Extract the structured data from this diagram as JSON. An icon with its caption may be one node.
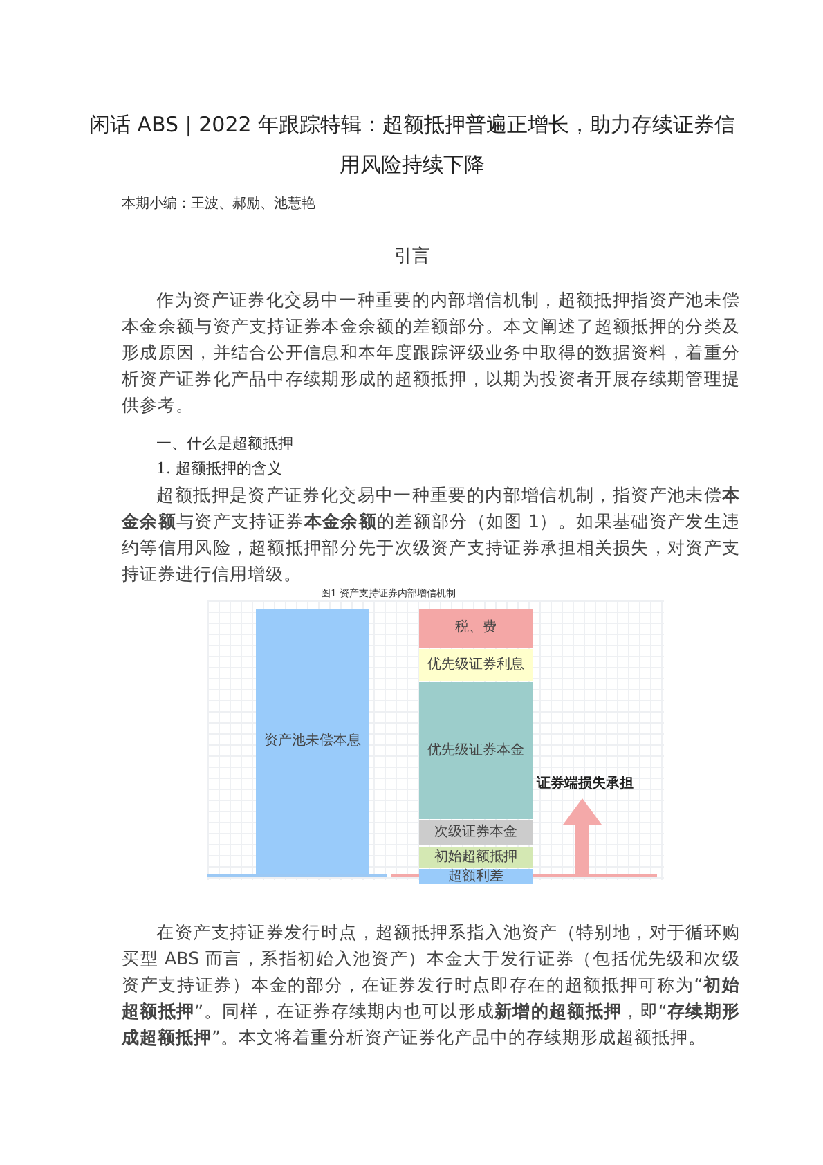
{
  "diagram": {
    "title": "闲话 ABS | 2022 年跟踪特辑：超额抵押普遍正增长，助力存续证券信用风险持续下降",
    "nodes": [
      {
        "text": [
          "资产池未偿本息"
        ]
      },
      {
        "text": [
          "税、费"
        ]
      },
      {
        "text": [
          "优先级证券利息"
        ]
      },
      {
        "text": [
          "优先级证券本金"
        ]
      },
      {
        "text": [
          "次级证券本金"
        ]
      },
      {
        "text": [
          "初始超额抵押"
        ]
      },
      {
        "text": [
          "超额利差"
        ]
      }
    ],
    "labels": [
      "本期小编：王波、郝励、池慧艳",
      "引言",
      "作为资产证券化交易中一种重要的内部增信机制，超额抵押指资产池未偿本金余额与资产支持证券本金余额的差额部分。本文阐述了超额抵押的分类及形成原因，并结合公开信息和本年度跟踪评级业务中取得的数据资料，着重分析资产证券化产品中存续期形成的超额抵押，以期为投资者开展存续期管理提供参考。",
      "一、什么是超额抵押",
      "1. 超额抵押的含义",
      "超额抵押是资产证券化交易中一种重要的内部增信机制，指资产池未偿**本金余额**与资产支持证券**本金余额**的差额部分（如图 1）。如果基础资产发生违约等信用风险，超额抵押部分先于次级资产支持证券承担相关损失，对资产支持证券进行信用增级。",
      "图1 资产支持证券内部增信机制",
      "证券端损失承担",
      "在资产支持证券发行时点，超额抵押系指入池资产（特别地，对于循环购买型 ABS 而言，系指初始入池资产）本金大于发行证券（包括优先级和次级资产支持证券）本金的部分，在证券发行时点即存在的超额抵押可称为“**初始超额抵押**”。同样，在证券存续期内也可以形成**新增的超额抵押**，即“**存续期形成超额抵押**”。本文将着重分析资产证券化产品中的存续期形成超额抵押。"
    ]
  }
}
